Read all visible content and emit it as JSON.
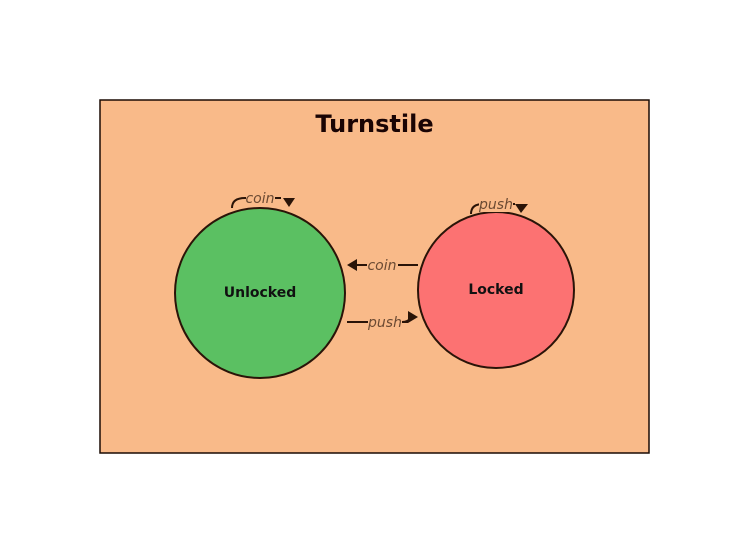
{
  "diagram": {
    "title": "Turnstile",
    "colors": {
      "container_fill": "#F9BA89",
      "container_stroke": "#1a0b04",
      "unlocked_fill": "#5BC062",
      "locked_fill": "#FC7272",
      "stroke": "#2a1408",
      "edge_stroke": "#3a1a08",
      "label_text": "#6b4a33",
      "title_text": "#1a0404"
    },
    "states": [
      {
        "id": "unlocked",
        "label": "Unlocked"
      },
      {
        "id": "locked",
        "label": "Locked"
      }
    ],
    "transitions": [
      {
        "from": "unlocked",
        "to": "unlocked",
        "label": "coin"
      },
      {
        "from": "locked",
        "to": "locked",
        "label": "push"
      },
      {
        "from": "locked",
        "to": "unlocked",
        "label": "coin"
      },
      {
        "from": "unlocked",
        "to": "locked",
        "label": "push"
      }
    ]
  }
}
